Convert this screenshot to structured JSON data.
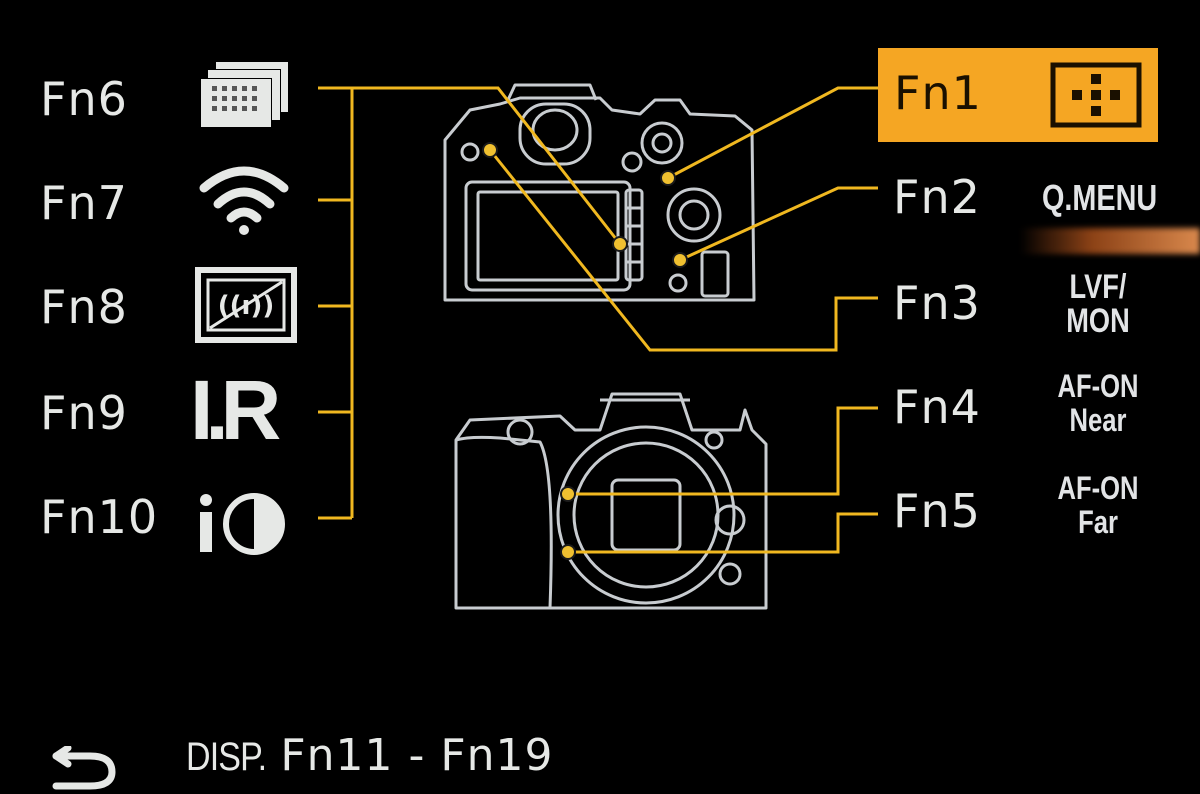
{
  "left_buttons": [
    {
      "label": "Fn6",
      "icon": "grid-stack-icon"
    },
    {
      "label": "Fn7",
      "icon": "wifi-icon"
    },
    {
      "label": "Fn8",
      "icon": "silent-mode-icon"
    },
    {
      "label": "Fn9",
      "icon": "ir-text-icon",
      "icon_text": "I.R"
    },
    {
      "label": "Fn10",
      "icon": "i-dynamic-icon"
    }
  ],
  "right_buttons": [
    {
      "label": "Fn1",
      "icon": "af-area-icon",
      "selected": true
    },
    {
      "label": "Fn2",
      "function": "Q.MENU"
    },
    {
      "label": "Fn3",
      "function_lines": [
        "LVF/",
        "MON"
      ]
    },
    {
      "label": "Fn4",
      "function_lines": [
        "AF-ON",
        "Near"
      ]
    },
    {
      "label": "Fn5",
      "function_lines": [
        "AF-ON",
        "Far"
      ]
    }
  ],
  "footer": {
    "back_icon": "return-arrow-icon",
    "disp_label": "DISP.",
    "page_label": "Fn11 - Fn19"
  },
  "colors": {
    "background": "#000000",
    "accent": "#f5a623",
    "leader_line": "#f0b820",
    "text": "#e6e8e6",
    "camera_outline": "#c8ccd0"
  }
}
